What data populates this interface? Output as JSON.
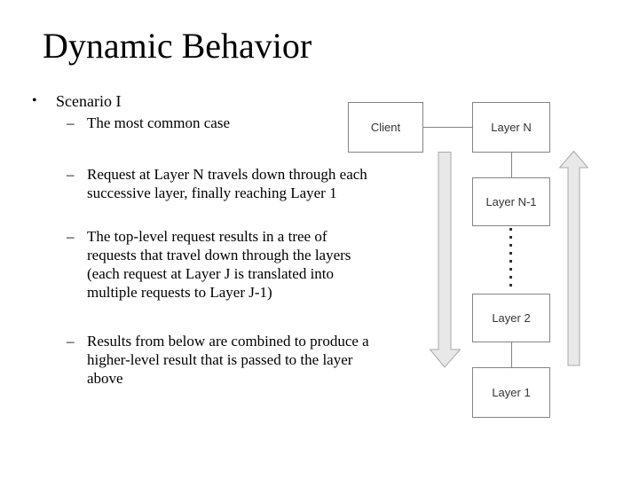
{
  "slide": {
    "title": "Dynamic Behavior"
  },
  "bullets": {
    "level1_marker": "•",
    "level2_marker": "–",
    "scenario": "Scenario I",
    "items": [
      {
        "lines": [
          "The most common case"
        ]
      },
      {
        "lines": [
          "Request at Layer N travels down through each",
          "successive layer, finally reaching Layer 1"
        ]
      },
      {
        "lines": [
          "The top-level request results in a tree of",
          "requests that travel down through the layers",
          "(each request at Layer J is translated into",
          "multiple requests to Layer J-1)"
        ]
      },
      {
        "lines": [
          "Results from below are combined to produce a",
          "higher-level result that is passed to the layer",
          "above"
        ]
      }
    ]
  },
  "diagram": {
    "client_label": "Client",
    "layer_n_label": "Layer N",
    "layer_n1_label": "Layer N-1",
    "layer_2_label": "Layer 2",
    "layer_1_label": "Layer 1",
    "colors": {
      "box_border": "#848484",
      "arrow_fill": "#e8e8e8",
      "arrow_border": "#a8a8a8",
      "connector": "#848484",
      "background": "#ffffff",
      "text": "#000000"
    }
  }
}
